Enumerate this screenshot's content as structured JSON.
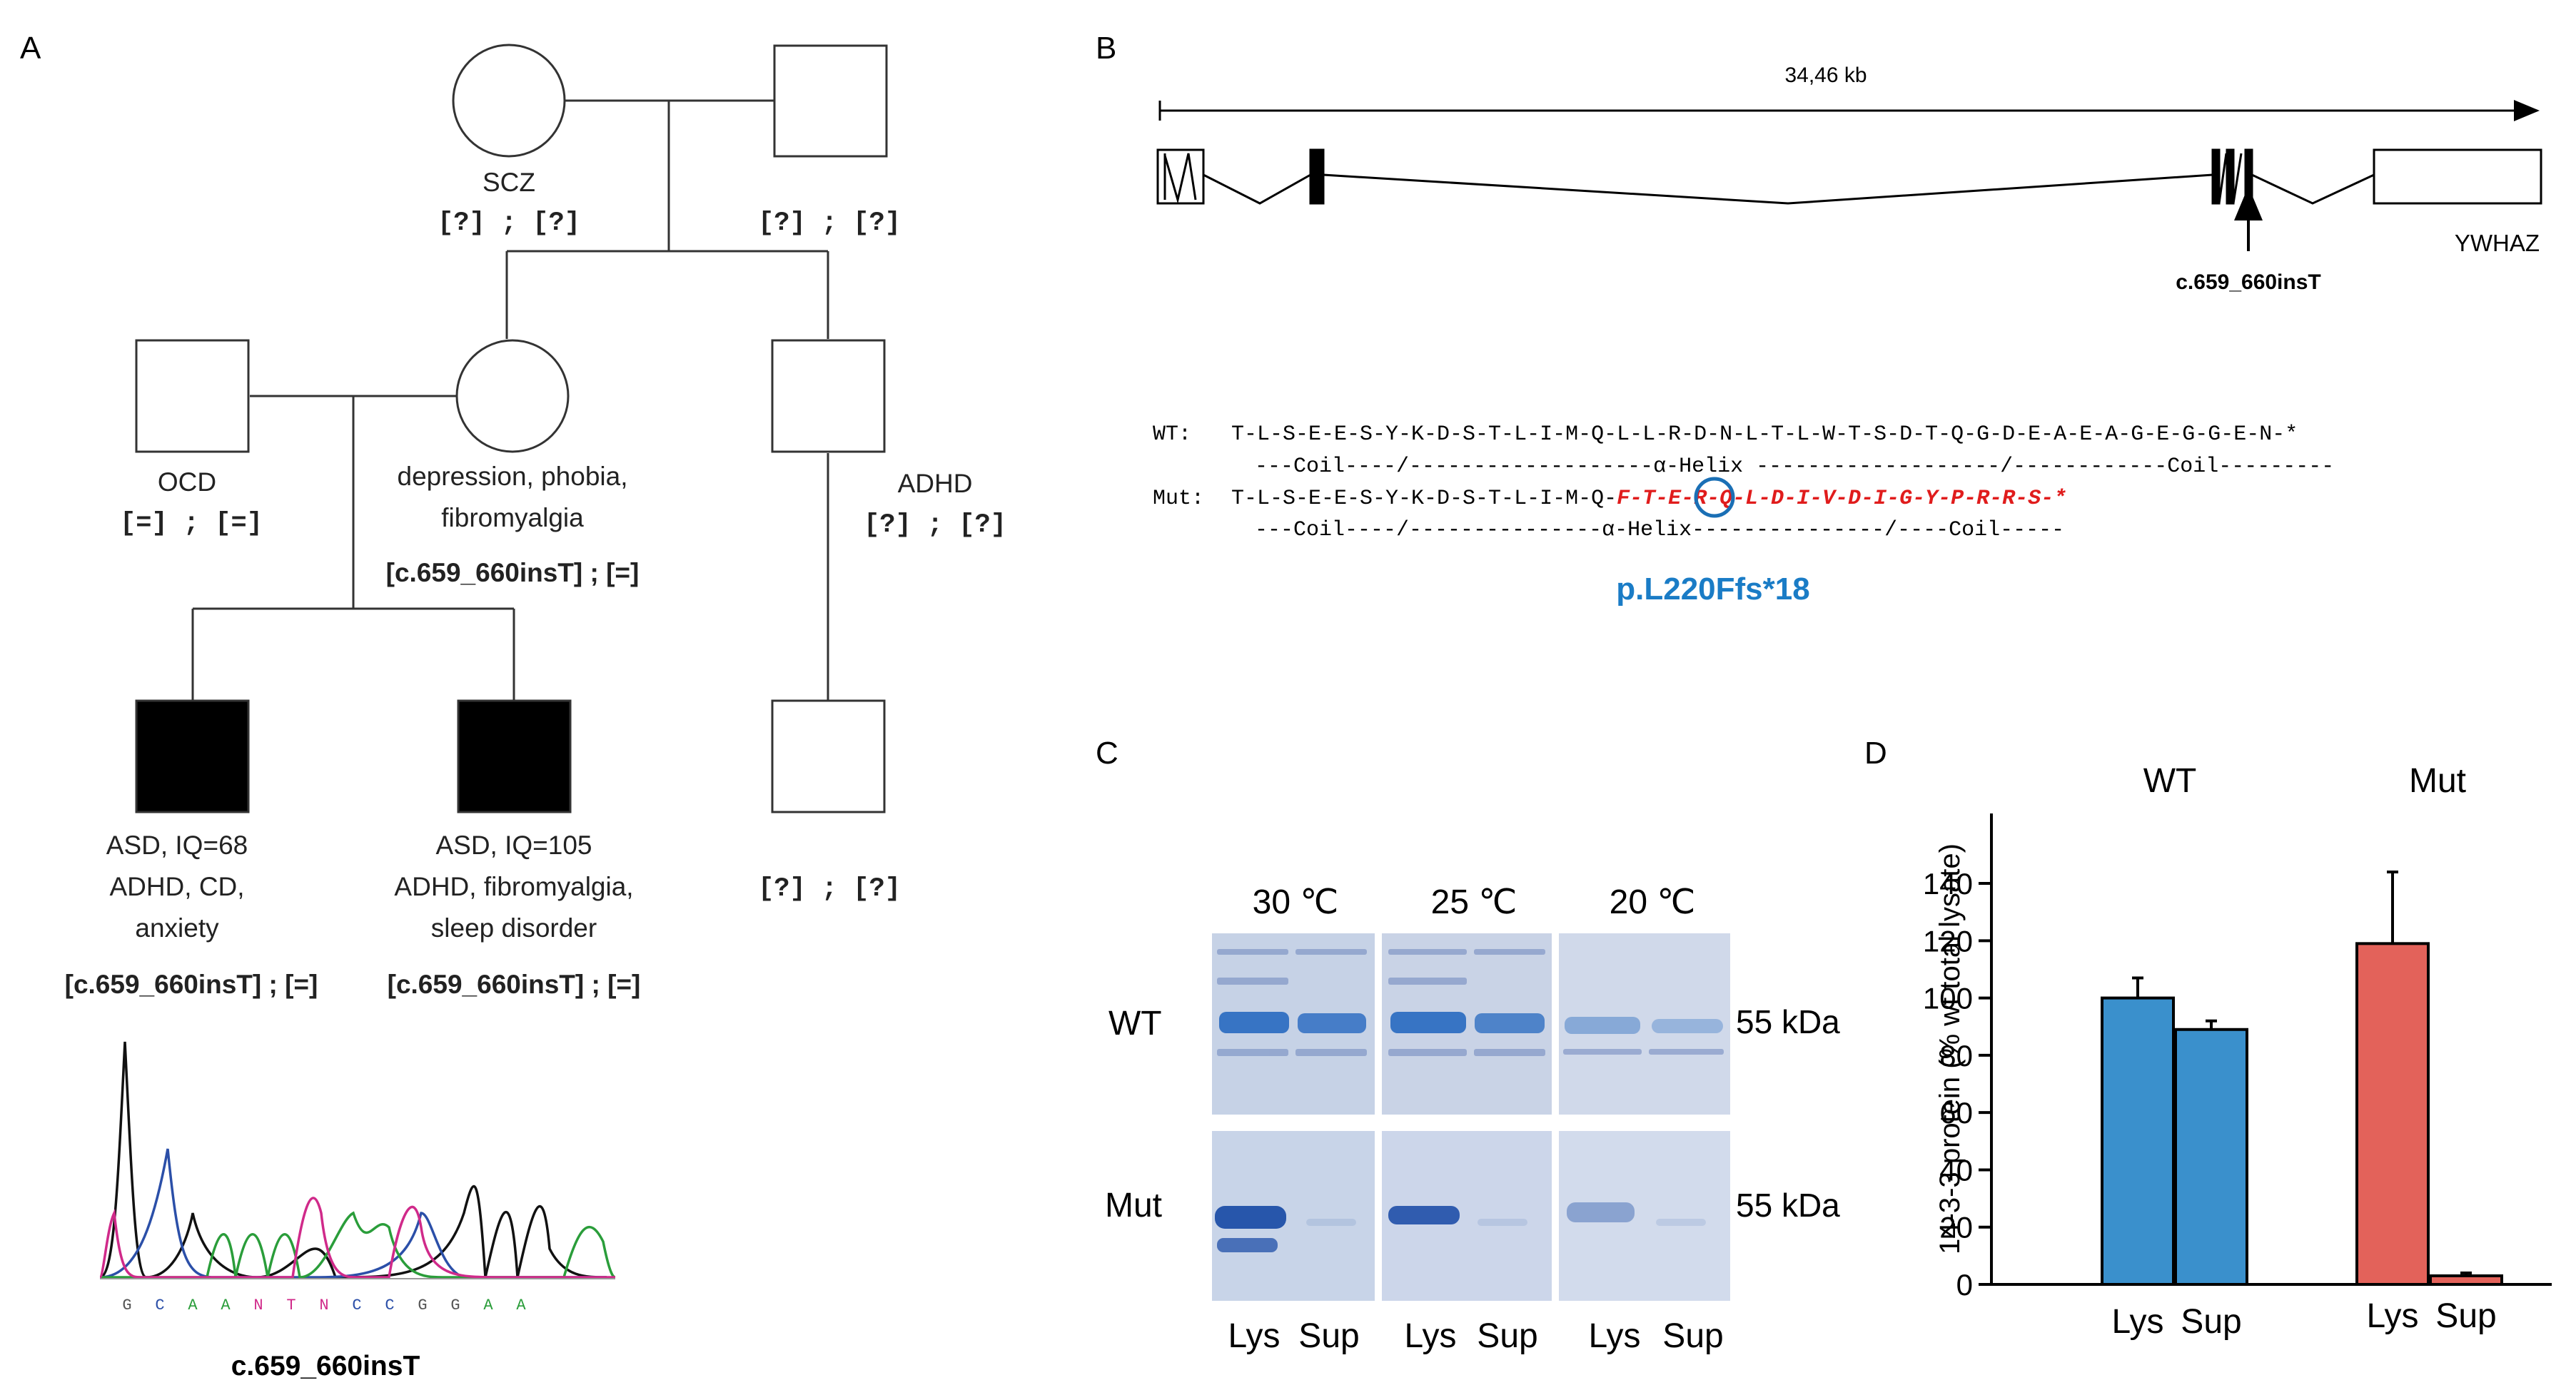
{
  "panels": {
    "a": "A",
    "b": "B",
    "c": "C",
    "d": "D"
  },
  "pedigree": {
    "gf_pheno": "SCZ",
    "gf_geno": "[?] ; [?]",
    "gm_geno": "[?] ; [?]",
    "father_pheno": "OCD",
    "father_geno": "[=] ; [=]",
    "mother_pheno1": "depression, phobia,",
    "mother_pheno2": "fibromyalgia",
    "mother_geno": "[c.659_660insT] ; [=]",
    "uncle_pheno": "ADHD",
    "uncle_geno": "[?] ; [?]",
    "c1_p1": "ASD, IQ=68",
    "c1_p2": "ADHD, CD,",
    "c1_p3": "anxiety",
    "c1_geno": "[c.659_660insT] ; [=]",
    "c2_p1": "ASD, IQ=105",
    "c2_p2": "ADHD, fibromyalgia,",
    "c2_p3": "sleep disorder",
    "c2_geno": "[c.659_660insT] ; [=]",
    "cousin_geno": "[?] ; [?]"
  },
  "chromatogram": {
    "bases": [
      "G",
      "C",
      "A",
      "A",
      "N",
      "T",
      "N",
      "C",
      "C",
      "G",
      "G",
      "A",
      "A"
    ],
    "base_colors": [
      "#555555",
      "#2b4fa8",
      "#2a9d3a",
      "#2a9d3a",
      "#d02a8a",
      "#d02a8a",
      "#d02a8a",
      "#2b4fa8",
      "#2b4fa8",
      "#555555",
      "#555555",
      "#2a9d3a",
      "#2a9d3a"
    ],
    "label": "c.659_660insT"
  },
  "gene": {
    "length": "34,46 kb",
    "name": "YWHAZ",
    "mutation": "c.659_660insT",
    "wt_label": "WT:",
    "wt_seq": "T-L-S-E-E-S-Y-K-D-S-T-L-I-M-Q-L-L-R-D-N-L-T-L-W-T-S-D-T-Q-G-D-E-A-E-A-G-E-G-G-E-N-*",
    "wt_struct": "---Coil----/-------------------α-Helix -------------------/------------Coil---------",
    "mut_label": "Mut:",
    "mut_prefix": "T-L-S-E-E-S-Y-K-D-S-T-L-I-M-Q-",
    "mut_seq": "F-T-E-R-Q-L-D-I-V-D-I-G-Y-P-R-R-S-*",
    "mut_struct": "---Coil----/---------------α-Helix---------------/----Coil-----",
    "protein": "p.L220Ffs*18"
  },
  "gel": {
    "temps": [
      "30 ℃",
      "25 ℃",
      "20 ℃"
    ],
    "rows": [
      "WT",
      "Mut"
    ],
    "kda": "55 kDa",
    "lanes": [
      "Lys",
      "Sup",
      "Lys",
      "Sup",
      "Lys",
      "Sup"
    ]
  },
  "chart_data": {
    "type": "bar",
    "groups": [
      "WT",
      "Mut"
    ],
    "categories": [
      "Lys",
      "Sup",
      "Lys",
      "Sup"
    ],
    "values": [
      100,
      89,
      119,
      3
    ],
    "errors": [
      7,
      3,
      25,
      1
    ],
    "colors": [
      "#3a90cc",
      "#3a90cc",
      "#e3625a",
      "#e3625a"
    ],
    "ylabel": "14-3-3 protein (% wt total lysate)",
    "ylim": [
      0,
      140
    ],
    "yticks": [
      0,
      20,
      40,
      60,
      80,
      100,
      120,
      140
    ]
  }
}
